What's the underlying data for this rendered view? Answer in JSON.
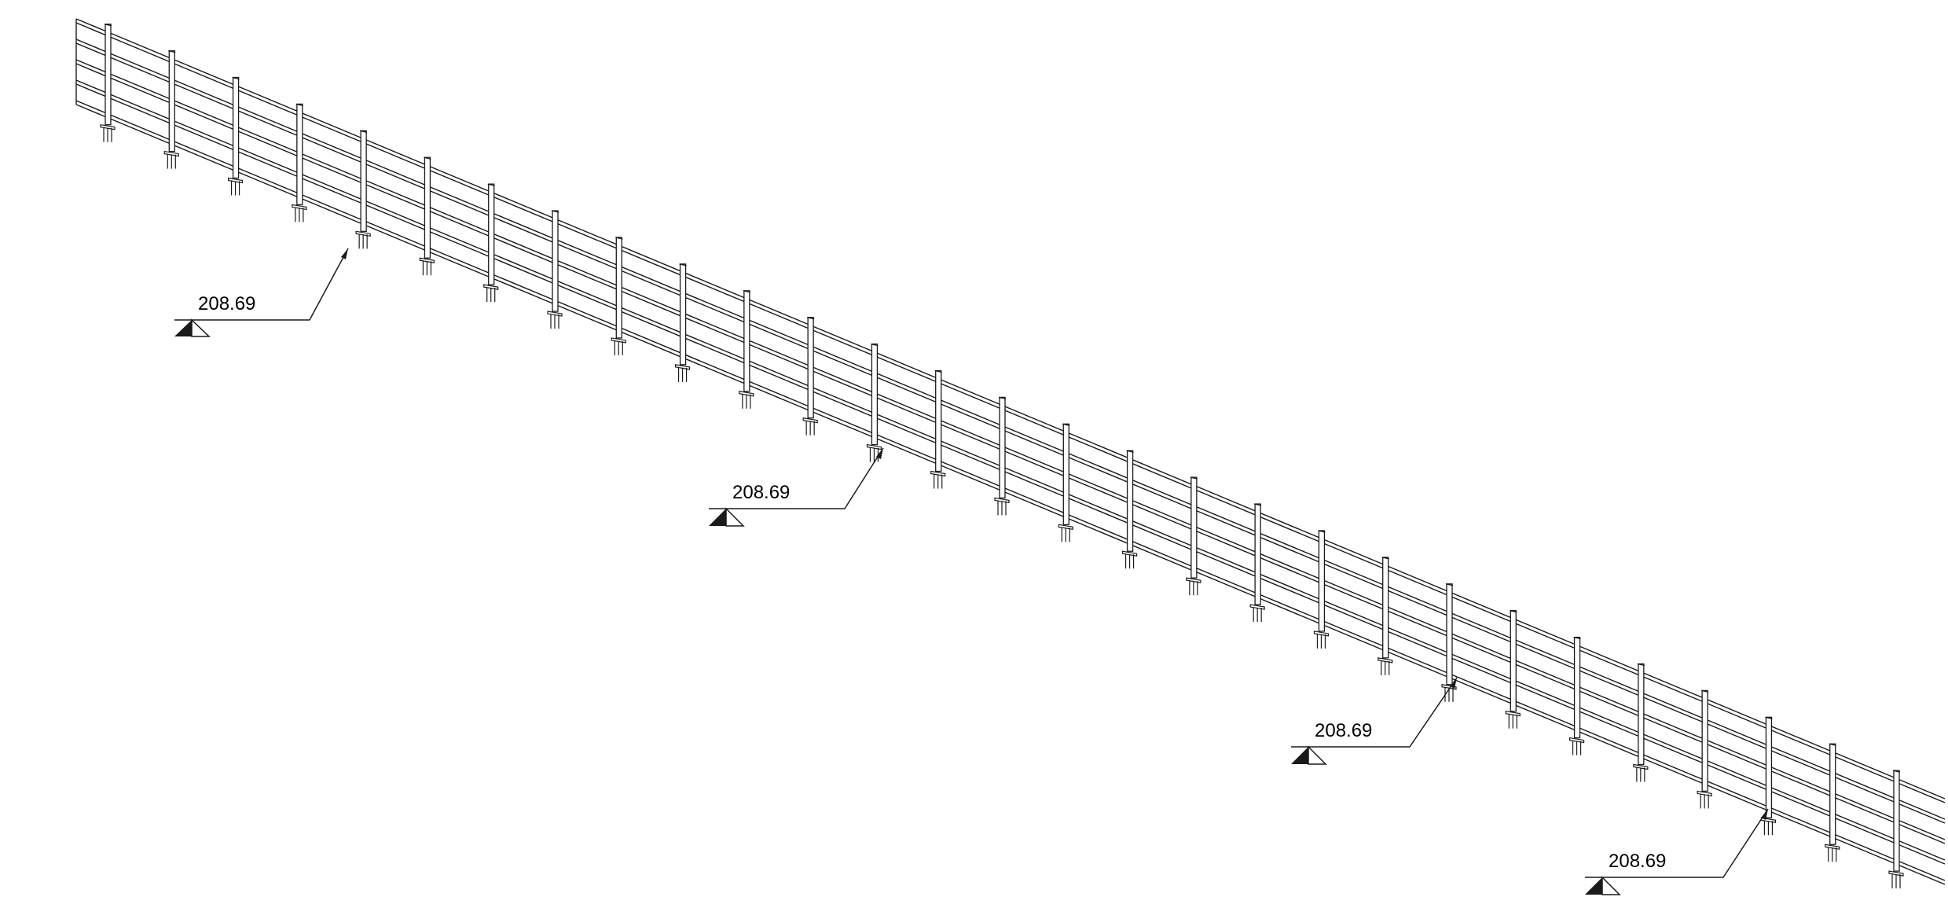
{
  "drawing": {
    "colors": {
      "line": "#1a1a1a",
      "background": "#ffffff"
    },
    "railing": {
      "post_count": 29,
      "rail_count": 5
    },
    "elevation_markers": [
      {
        "label": "208.69"
      },
      {
        "label": "208.69"
      },
      {
        "label": "208.69"
      },
      {
        "label": "208.69"
      }
    ]
  }
}
